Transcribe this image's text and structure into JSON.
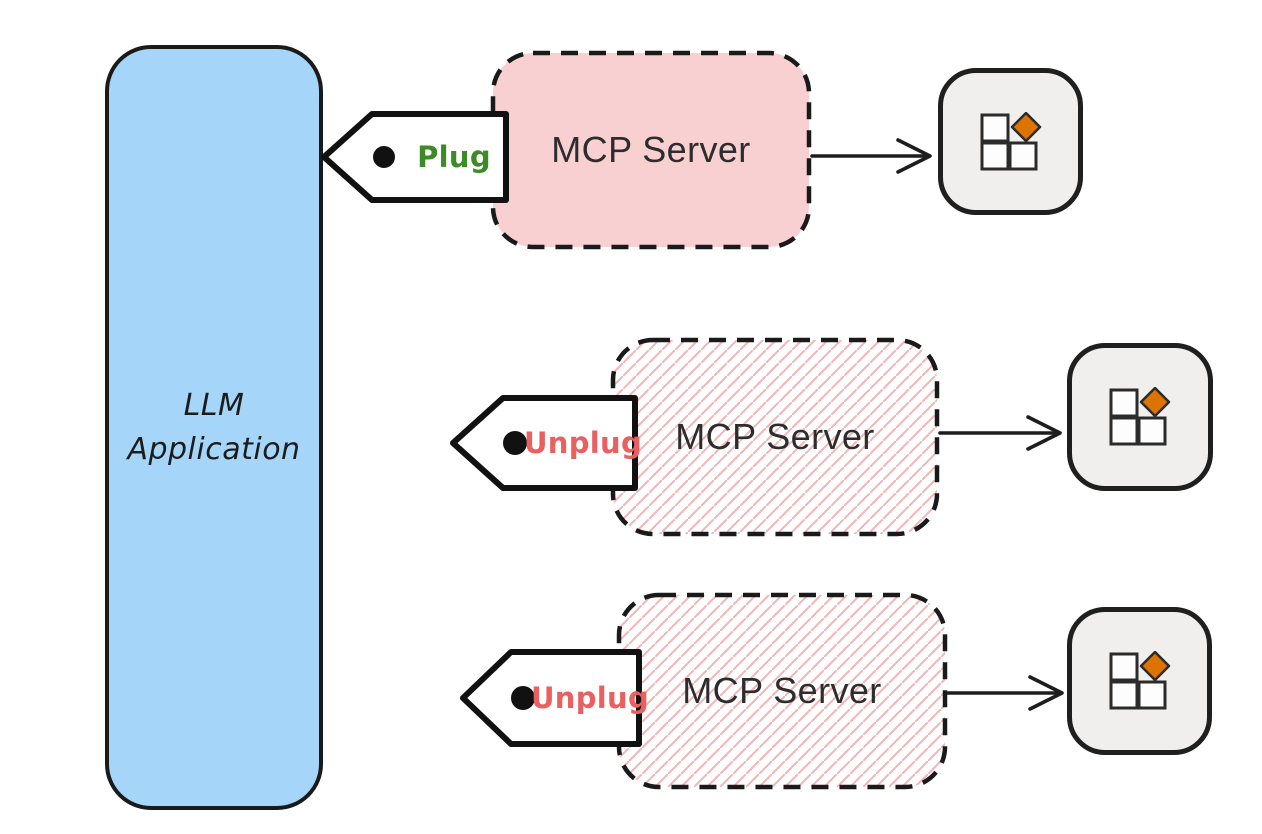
{
  "app_block": {
    "line1": "LLM",
    "line2": "Application"
  },
  "rows": [
    {
      "tag": {
        "label": "Plug",
        "color": "#3d8b27",
        "marker": "bullet-dot"
      },
      "server": {
        "label": "MCP Server",
        "fill_style": "solid-pink"
      },
      "icon": "blocks-icon"
    },
    {
      "tag": {
        "label": "Unplug",
        "color": "#ea5f5f",
        "marker": "bullet-dot"
      },
      "server": {
        "label": "MCP Server",
        "fill_style": "pink-hatched"
      },
      "icon": "blocks-icon"
    },
    {
      "tag": {
        "label": "Unplug",
        "color": "#ea5f5f",
        "marker": "bullet-dot"
      },
      "server": {
        "label": "MCP Server",
        "fill_style": "pink-hatched"
      },
      "icon": "blocks-icon"
    }
  ],
  "colors": {
    "app_fill": "#a5d6fa",
    "server_fill": "#f8d0d2",
    "hatch_line": "#f6b4b4",
    "plug_text": "#3d8b27",
    "unplug_text": "#ea5f5f",
    "diamond_orange": "#dd7300",
    "stroke_black": "#1a1a1a",
    "icon_box_fill": "#f0efed"
  }
}
